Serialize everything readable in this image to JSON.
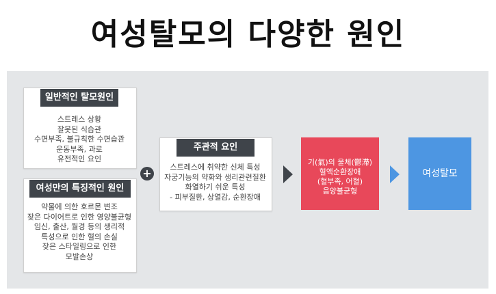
{
  "title": "여성탈모의 다양한 원인",
  "general": {
    "label": "일반적인 탈모원인",
    "items": [
      "스트레스 상황",
      "잘못된 식습관",
      "수면부족, 불규칙한 수면습관",
      "운동부족, 과로",
      "유전적인 요인"
    ]
  },
  "female": {
    "label": "여성만의 특징적인 원인",
    "items": [
      "약물에 의한 호르몬 변조",
      "잦은 다이어트로 인한 영양불균형",
      "임신, 출산, 월경 등의 생리적",
      "특성으로 인한 혈의 손실",
      "잦은 스타일링으로 인한",
      "모발손상"
    ]
  },
  "plus_symbol": "+",
  "subjective": {
    "label": "주관적 요인",
    "items": [
      "스트레스에 취약한 신체 특성",
      "자궁기능의 약화와 생리관련질환",
      "화열하기 쉬운 특성",
      "- 피부질환, 상열감, 순환장애"
    ]
  },
  "cause": {
    "items": [
      "기(氣)의 울체(鬱滯)",
      "혈액순환장애",
      "(혈부족, 어혈)",
      "음양불균형"
    ]
  },
  "result": {
    "label": "여성탈모"
  }
}
